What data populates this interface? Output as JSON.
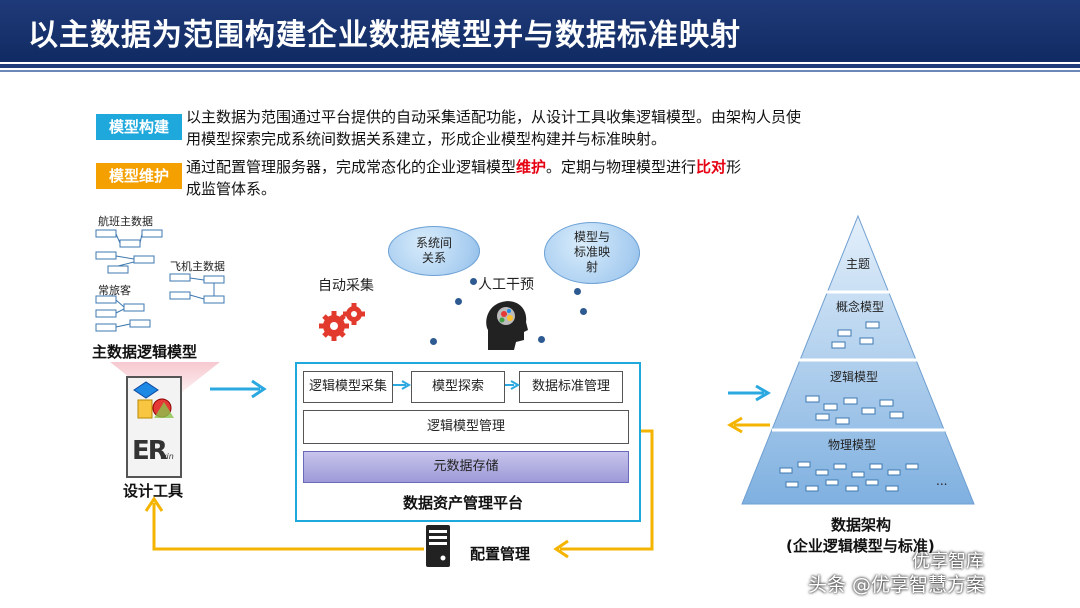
{
  "title": "以主数据为范围构建企业数据模型并与数据标准映射",
  "tags": {
    "build": "模型构建",
    "maintain": "模型维护"
  },
  "desc_build": {
    "line1": "以主数据为范围通过平台提供的自动采集适配功能，从设计工具收集逻辑模型。由架构人员使",
    "line2": "用模型探索完成系统间数据关系建立，形成企业模型构建并与标准映射。"
  },
  "desc_maintain": {
    "line1_a": "通过配置管理服务器，完成常态化的企业逻辑模型",
    "line1_red1": "维护",
    "line1_b": "。定期与物理模型进行",
    "line1_red2": "比对",
    "line1_c": "形",
    "line2": "成监管体系。"
  },
  "left_panel": {
    "flight_master": "航班主数据",
    "aircraft_master": "飞机主数据",
    "frequent_flyer": "常旅客",
    "master_logic_model": "主数据逻辑模型",
    "er_text": "ER",
    "er_sub": "win",
    "design_tool": "设计工具"
  },
  "middle": {
    "auto_collect": "自动采集",
    "manual": "人工干预",
    "cloud1": "系统间关系",
    "cloud1_l1": "系统间",
    "cloud1_l2": "关系",
    "cloud2_l1": "模型与",
    "cloud2_l2": "标准映",
    "cloud2_l3": "射",
    "box_collect": "逻辑模型采集",
    "box_explore": "模型探索",
    "box_standard": "数据标准管理",
    "box_manage": "逻辑模型管理",
    "box_meta": "元数据存储",
    "platform_label": "数据资产管理平台",
    "config": "配置管理"
  },
  "pyramid": {
    "l1": "主题",
    "l2": "概念模型",
    "l3": "逻辑模型",
    "l4": "物理模型",
    "ellipsis": "...",
    "label1": "数据架构",
    "label2": "(企业逻辑模型与标准)"
  },
  "watermark": {
    "top": "优享智库",
    "bottom": "头条 @优享智慧方案"
  },
  "colors": {
    "title_bg": "#1f3a78",
    "tag_blue": "#1fa8dc",
    "tag_orange": "#f4a000",
    "arrow_blue": "#2ba8e0",
    "arrow_yellow": "#f4b400",
    "highlight_red": "#e60012"
  }
}
